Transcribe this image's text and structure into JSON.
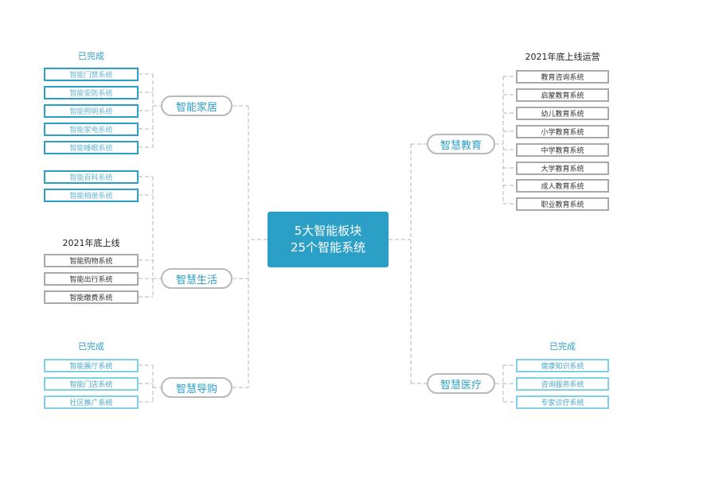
{
  "center": {
    "line1": "5大智能板块",
    "line2": "25个智能系统"
  },
  "groups": {
    "home": {
      "title": "智能家居",
      "status_completed": "已完成",
      "items": [
        "智能门禁系统",
        "智能安防系统",
        "智能照明系统",
        "智能家电系统",
        "智能睡眠系统"
      ]
    },
    "life": {
      "title": "智慧生活",
      "items_a": [
        "智能百科系统",
        "智能相册系统"
      ],
      "status_planned": "2021年底上线",
      "items_b": [
        "智能购物系统",
        "智能出行系统",
        "智能缴费系统"
      ]
    },
    "shopping": {
      "title": "智慧导购",
      "status_completed": "已完成",
      "items": [
        "智能展厅系统",
        "智能门店系统",
        "社区推广系统"
      ]
    },
    "education": {
      "title": "智慧教育",
      "status_planned": "2021年底上线运营",
      "items": [
        "教育咨询系统",
        "启蒙教育系统",
        "幼儿教育系统",
        "小学教育系统",
        "中学教育系统",
        "大学教育系统",
        "成人教育系统",
        "职业教育系统"
      ]
    },
    "medical": {
      "title": "智慧医疗",
      "status_completed": "已完成",
      "items": [
        "健康知识系统",
        "咨询服务系统",
        "专家诊疗系统"
      ]
    }
  },
  "colors": {
    "accent": "#2b9fc6",
    "border_gray": "#a9a9a9",
    "border_light": "#7fd2e6",
    "connector": "#b4b4b4"
  }
}
